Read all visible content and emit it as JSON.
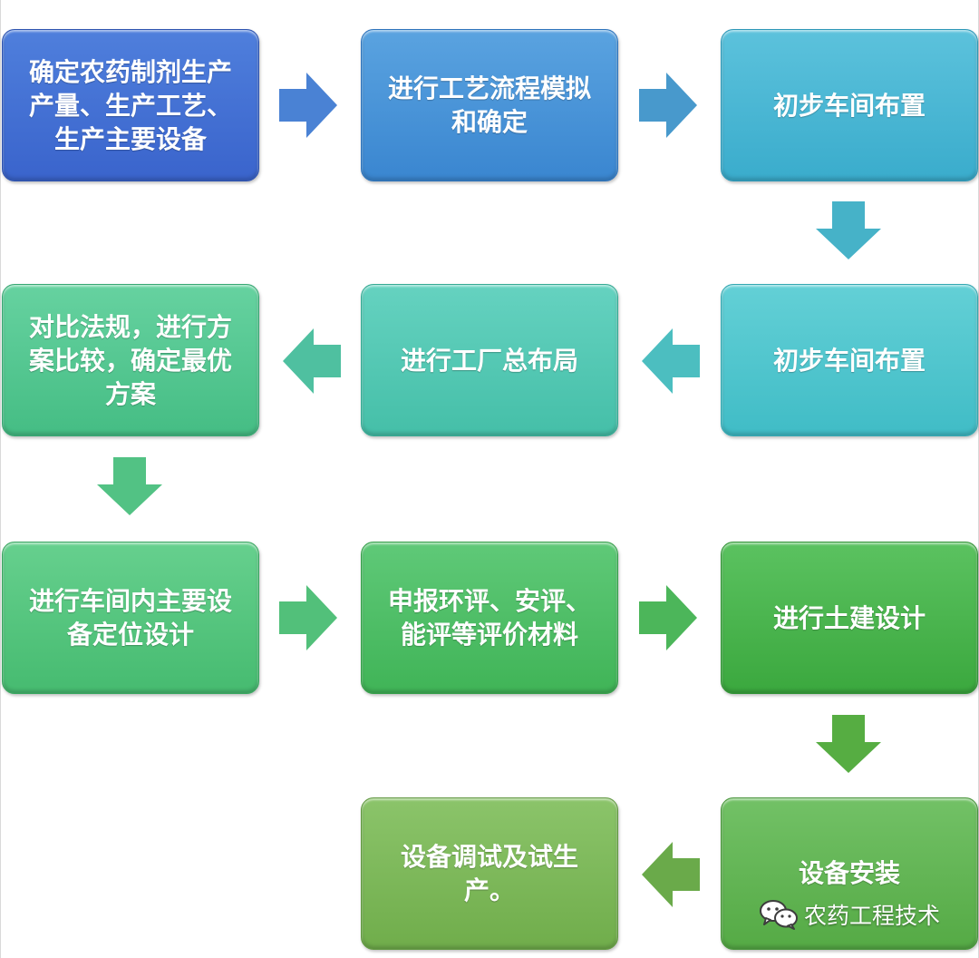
{
  "steps": [
    {
      "id": 1,
      "text": "确定农药制剂生产\n产量、生产工艺、\n生产主要设备"
    },
    {
      "id": 2,
      "text": "进行工艺流程模拟\n和确定"
    },
    {
      "id": 3,
      "text": "初步车间布置"
    },
    {
      "id": 4,
      "text": "初步车间布置"
    },
    {
      "id": 5,
      "text": "进行工厂总布局"
    },
    {
      "id": 6,
      "text": "对比法规，进行方\n案比较，确定最优\n方案"
    },
    {
      "id": 7,
      "text": "进行车间内主要设\n备定位设计"
    },
    {
      "id": 8,
      "text": "申报环评、安评、\n能评等评价材料"
    },
    {
      "id": 9,
      "text": "进行土建设计"
    },
    {
      "id": 10,
      "text": "设备安装"
    },
    {
      "id": 11,
      "text": "设备调试及试生产。"
    }
  ],
  "watermark": {
    "icon": "wechat-icon",
    "text": "农药工程技术"
  },
  "colors": {
    "step1": "#4f7fdc",
    "step2": "#5aa3e0",
    "step3": "#5cc2dc",
    "step4": "#63d0d6",
    "step5": "#65d2c0",
    "step6": "#66d2a0",
    "step7": "#66d08e",
    "step8": "#5fc978",
    "step9": "#5bc260",
    "step10": "#72c166",
    "step11": "#8bc46a"
  }
}
